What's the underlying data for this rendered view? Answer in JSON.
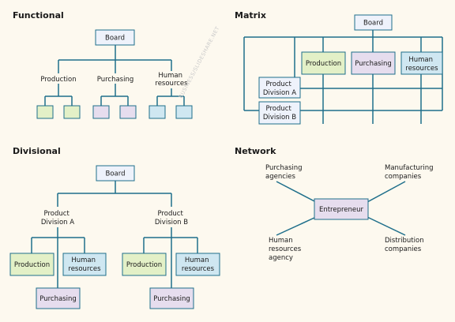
{
  "functional": {
    "title": "Functional",
    "board": "Board",
    "production": "Production",
    "purchasing": "Purchasing",
    "human_resources": [
      "Human",
      "resources"
    ]
  },
  "matrix": {
    "title": "Matrix",
    "board": "Board",
    "production": "Production",
    "purchasing": "Purchasing",
    "human_resources": [
      "Human",
      "resources"
    ],
    "division_a": [
      "Product",
      "Division A"
    ],
    "division_b": [
      "Product",
      "Division B"
    ]
  },
  "divisional": {
    "title": "Divisional",
    "board": "Board",
    "division_a": [
      "Product",
      "Division A"
    ],
    "division_b": [
      "Product",
      "Division B"
    ],
    "production": "Production",
    "human_resources": [
      "Human",
      "resources"
    ],
    "purchasing": "Purchasing"
  },
  "network": {
    "title": "Network",
    "center": "Entrepreneur",
    "purchasing_agencies": [
      "Purchasing",
      "agencies"
    ],
    "manufacturing_companies": [
      "Manufacturing",
      "companies"
    ],
    "human_resources_agency": [
      "Human",
      "resources",
      "agency"
    ],
    "distribution_companies": [
      "Distribution",
      "companies"
    ]
  },
  "watermark": "BUSINESS/SLIDESHARE.NET"
}
